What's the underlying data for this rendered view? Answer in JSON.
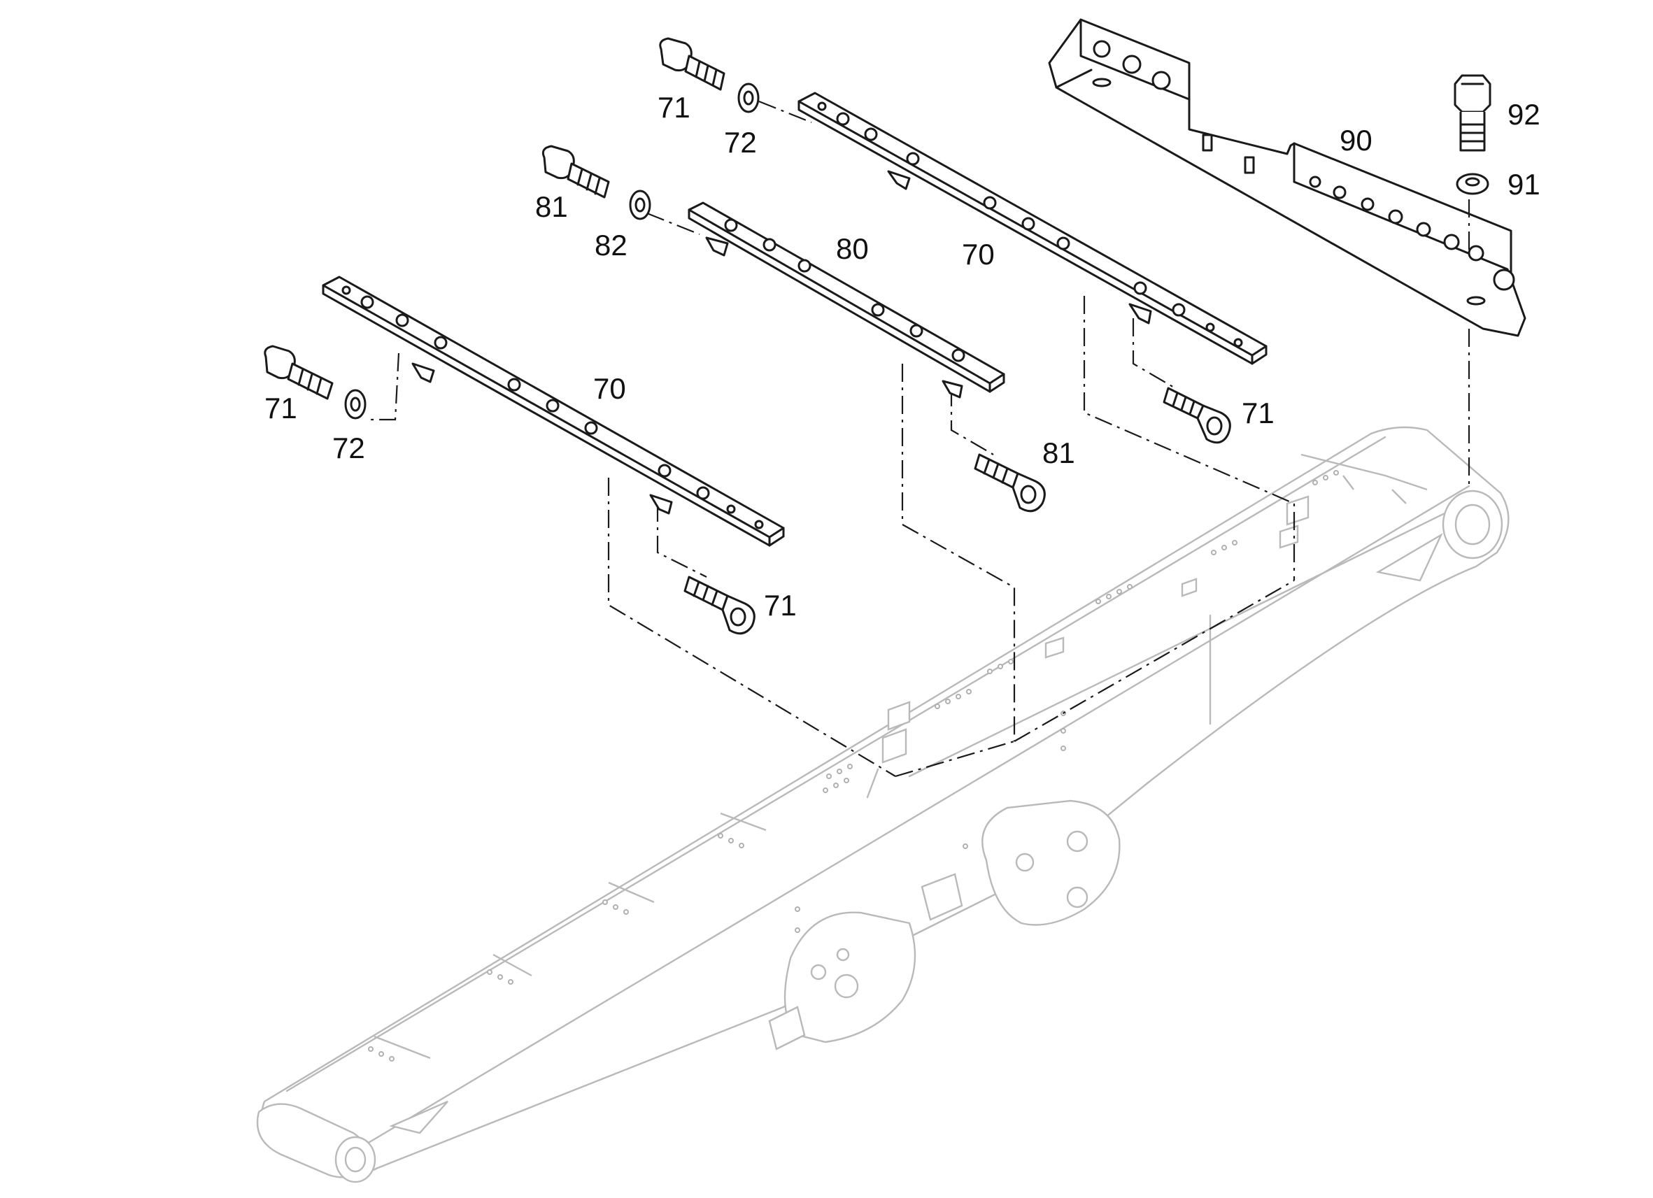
{
  "callouts": [
    {
      "id": "c71a",
      "text": "71"
    },
    {
      "id": "c72a",
      "text": "72"
    },
    {
      "id": "c81a",
      "text": "81"
    },
    {
      "id": "c82",
      "text": "82"
    },
    {
      "id": "c80",
      "text": "80"
    },
    {
      "id": "c70a",
      "text": "70"
    },
    {
      "id": "c90",
      "text": "90"
    },
    {
      "id": "c92",
      "text": "92"
    },
    {
      "id": "c91",
      "text": "91"
    },
    {
      "id": "c70b",
      "text": "70"
    },
    {
      "id": "c71b",
      "text": "71"
    },
    {
      "id": "c72b",
      "text": "72"
    },
    {
      "id": "c71c",
      "text": "71"
    },
    {
      "id": "c81b",
      "text": "81"
    },
    {
      "id": "c71d",
      "text": "71"
    }
  ]
}
